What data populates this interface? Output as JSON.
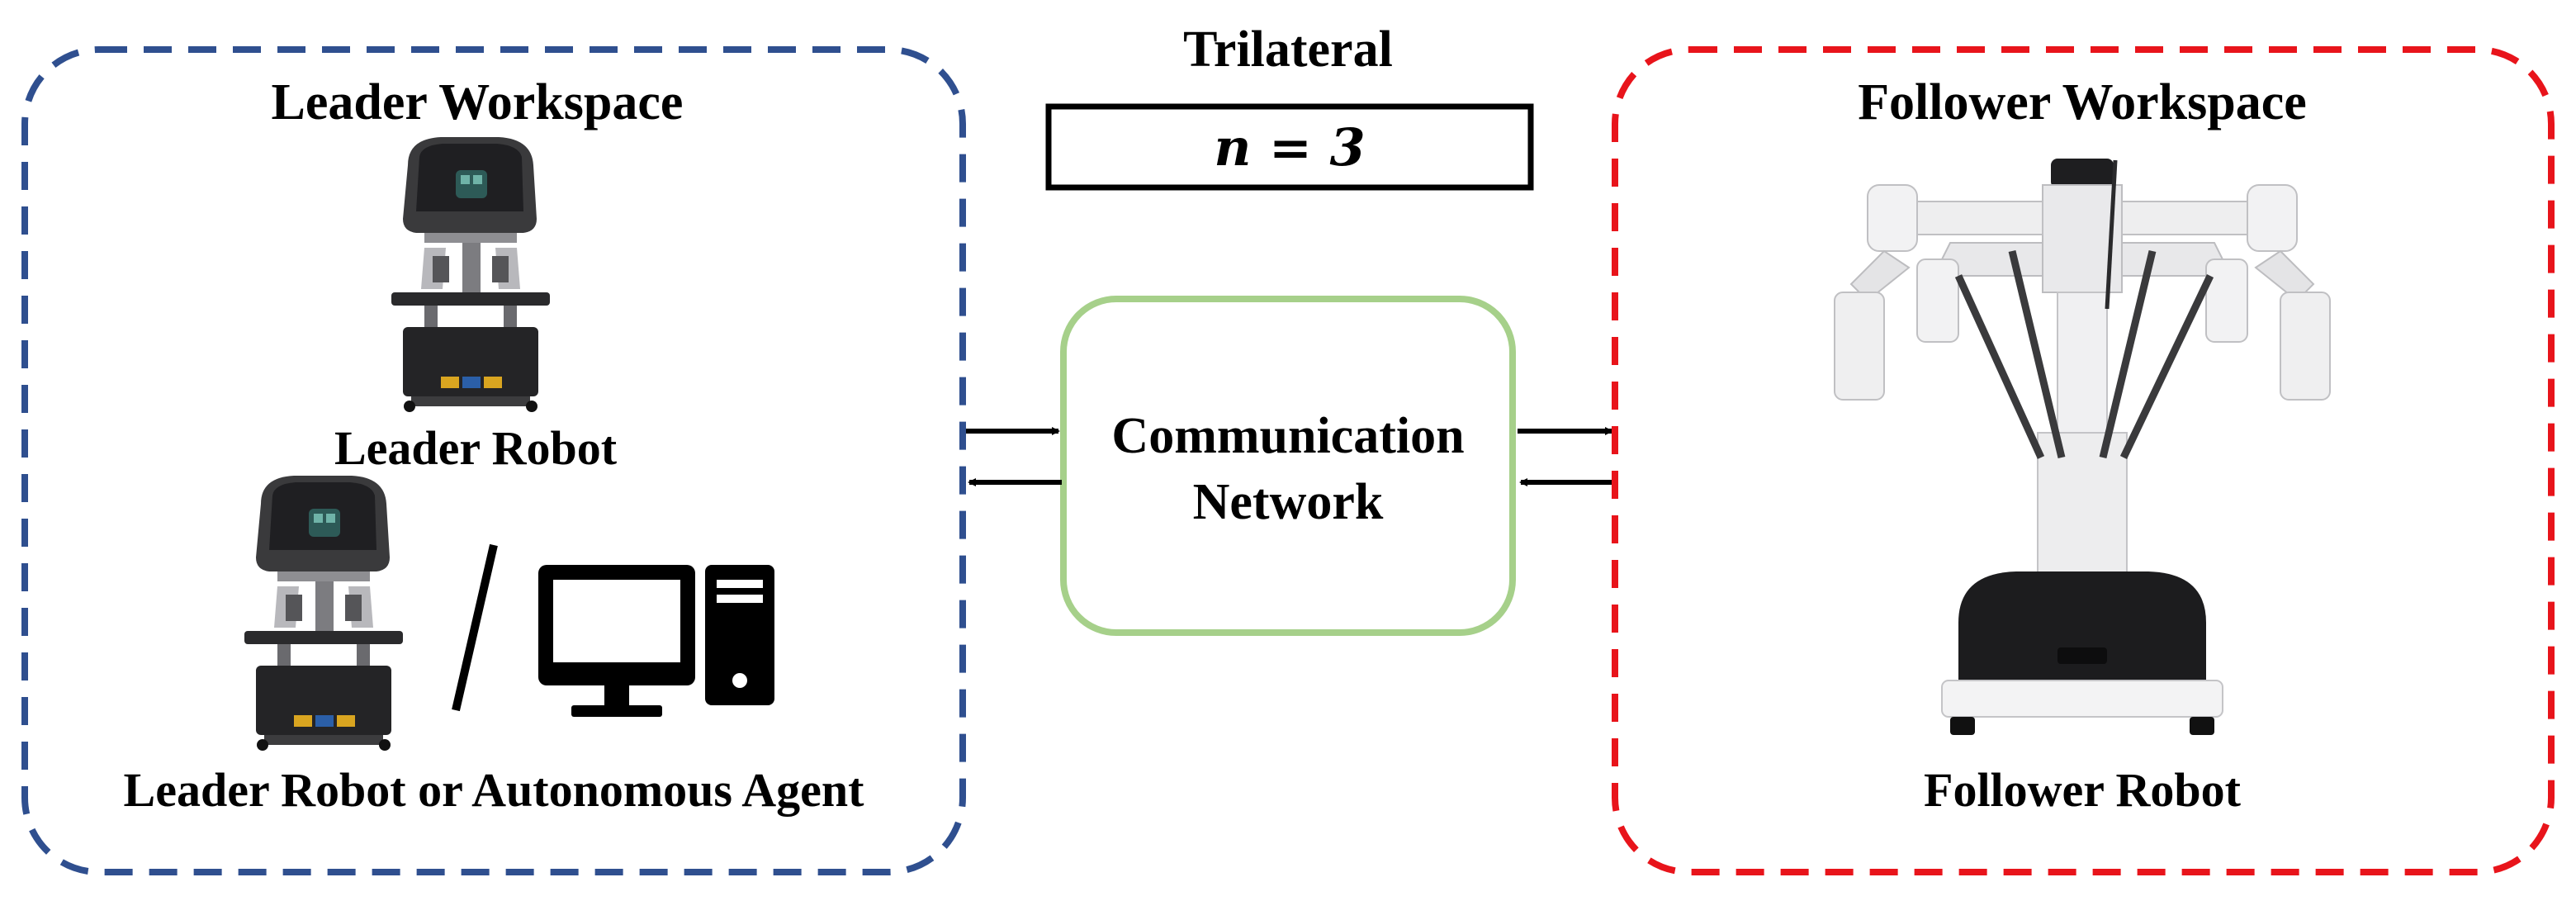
{
  "title": "Trilateral",
  "n_label": "n = 3",
  "leader_workspace": {
    "title": "Leader Workspace",
    "robot_label": "Leader Robot",
    "alt_label": "Leader Robot or Autonomous Agent",
    "separator": "/",
    "border_color": "#2f4f8f"
  },
  "network": {
    "line1": "Communication",
    "line2": "Network",
    "border_color": "#a6d08a"
  },
  "follower_workspace": {
    "title": "Follower Workspace",
    "robot_label": "Follower Robot",
    "border_color": "#e8141b"
  },
  "icons": {
    "leader_console": "surgeon-console-icon",
    "computer": "computer-icon",
    "follower_robot": "surgical-robot-icon"
  }
}
